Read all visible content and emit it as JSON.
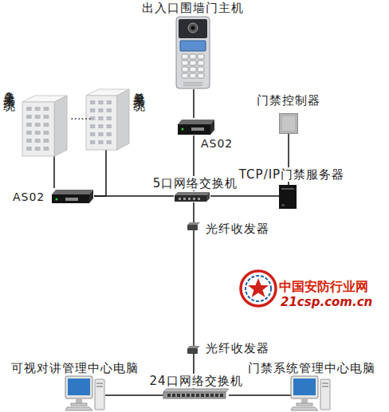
{
  "diagram": {
    "nodes": [
      {
        "text": [
          "出入口围墙门主机"
        ]
      },
      {
        "text": [
          "AS02"
        ]
      },
      {
        "text": [
          "单元子系统1"
        ]
      },
      {
        "text": [
          "单元子系统n"
        ]
      },
      {
        "text": [
          "AS02"
        ]
      },
      {
        "text": [
          "5口网络交换机"
        ]
      },
      {
        "text": [
          "门禁控制器"
        ]
      },
      {
        "text": [
          "TCP/IP门禁服务器"
        ]
      },
      {
        "text": [
          "光纤收发器"
        ]
      },
      {
        "text": [
          "光纤收发器"
        ]
      },
      {
        "text": [
          "24口网络交换机"
        ]
      },
      {
        "text": [
          "可视对讲管理中心电脑"
        ]
      },
      {
        "text": [
          "门禁系统管理中心电脑"
        ]
      }
    ],
    "edges": [
      {
        "from": 0,
        "to": 1,
        "arrow": "none"
      },
      {
        "from": 1,
        "to": 5,
        "arrow": "none"
      },
      {
        "from": 2,
        "to": 4,
        "arrow": "none"
      },
      {
        "from": 3,
        "to": 4,
        "arrow": "none"
      },
      {
        "from": 4,
        "to": 5,
        "arrow": "none"
      },
      {
        "from": 5,
        "to": 7,
        "arrow": "none"
      },
      {
        "from": 6,
        "to": 7,
        "arrow": "none"
      },
      {
        "from": 5,
        "to": 8,
        "arrow": "none"
      },
      {
        "from": 8,
        "to": 9,
        "arrow": "none"
      },
      {
        "from": 9,
        "to": 10,
        "arrow": "none"
      },
      {
        "from": 10,
        "to": 11,
        "arrow": "none"
      },
      {
        "from": 10,
        "to": 12,
        "arrow": "none"
      }
    ],
    "labels": [
      "......",
      "中国安防行业网",
      "21csp.com.cn"
    ]
  }
}
